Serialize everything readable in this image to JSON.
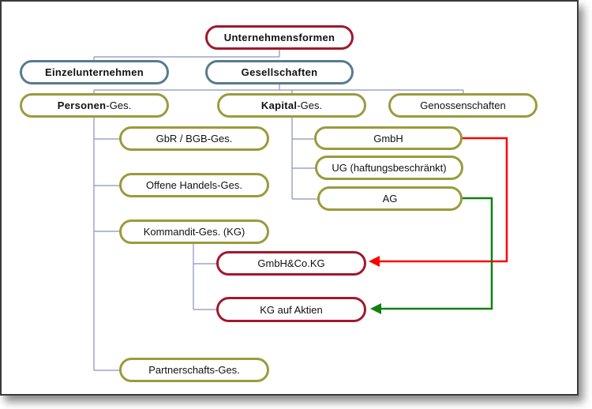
{
  "diagram": {
    "title": "Unternehmensformen",
    "colors": {
      "root_border": "#a0192e",
      "level1_border": "#587b8f",
      "level2_border": "#9c9a3c",
      "hybrid_border": "#a0192e",
      "tree_line": "#8a8fbf",
      "arrow_gmbh": "#ff0000",
      "arrow_ag": "#108010"
    },
    "nodes": {
      "root": "Unternehmensformen",
      "einzel": "Einzelunternehmen",
      "gesellschaften": "Gesellschaften",
      "personen_bold": "Personen",
      "personen_rest": "-Ges.",
      "kapital_bold": "Kapital",
      "kapital_rest": "-Ges.",
      "genossenschaften": "Genossenschaften",
      "gbr": "GbR / BGB-Ges.",
      "ohg": "Offene Handels-Ges.",
      "kg": "Kommandit-Ges. (KG)",
      "partnerschaft": "Partnerschafts-Ges.",
      "gmbh": "GmbH",
      "ug": "UG (haftungsbeschränkt)",
      "ag": "AG",
      "gmbh_co_kg": "GmbH&Co.KG",
      "kgaa": "KG auf Aktien"
    },
    "edges": [
      {
        "from": "Unternehmensformen",
        "to": "Einzelunternehmen",
        "type": "tree"
      },
      {
        "from": "Unternehmensformen",
        "to": "Gesellschaften",
        "type": "tree"
      },
      {
        "from": "Gesellschaften",
        "to": "Personen-Ges.",
        "type": "tree"
      },
      {
        "from": "Gesellschaften",
        "to": "Kapital-Ges.",
        "type": "tree"
      },
      {
        "from": "Gesellschaften",
        "to": "Genossenschaften",
        "type": "tree"
      },
      {
        "from": "Personen-Ges.",
        "to": "GbR / BGB-Ges.",
        "type": "tree"
      },
      {
        "from": "Personen-Ges.",
        "to": "Offene Handels-Ges.",
        "type": "tree"
      },
      {
        "from": "Personen-Ges.",
        "to": "Kommandit-Ges. (KG)",
        "type": "tree"
      },
      {
        "from": "Personen-Ges.",
        "to": "Partnerschafts-Ges.",
        "type": "tree"
      },
      {
        "from": "Kapital-Ges.",
        "to": "GmbH",
        "type": "tree"
      },
      {
        "from": "Kapital-Ges.",
        "to": "UG (haftungsbeschränkt)",
        "type": "tree"
      },
      {
        "from": "Kapital-Ges.",
        "to": "AG",
        "type": "tree"
      },
      {
        "from": "Kommandit-Ges. (KG)",
        "to": "GmbH&Co.KG",
        "type": "tree"
      },
      {
        "from": "Kommandit-Ges. (KG)",
        "to": "KG auf Aktien",
        "type": "tree"
      },
      {
        "from": "GmbH",
        "to": "GmbH&Co.KG",
        "type": "arrow",
        "color": "red"
      },
      {
        "from": "AG",
        "to": "KG auf Aktien",
        "type": "arrow",
        "color": "green"
      }
    ]
  }
}
